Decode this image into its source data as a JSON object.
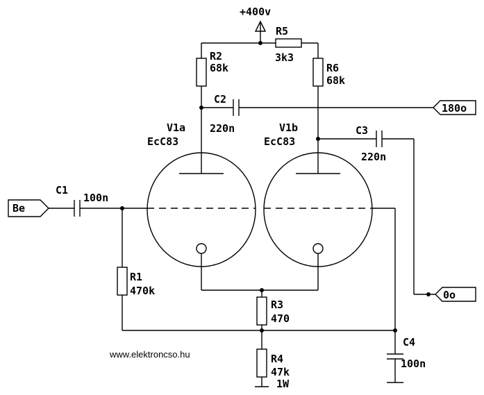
{
  "supply": "+400v",
  "components": {
    "R1": {
      "name": "R1",
      "value": "470k"
    },
    "R2": {
      "name": "R2",
      "value": "68k"
    },
    "R3": {
      "name": "R3",
      "value": "470"
    },
    "R4": {
      "name": "R4",
      "value": "47k",
      "rating": "1W"
    },
    "R5": {
      "name": "R5",
      "value": "3k3"
    },
    "R6": {
      "name": "R6",
      "value": "68k"
    },
    "C1": {
      "name": "C1",
      "value": "100n"
    },
    "C2": {
      "name": "C2",
      "value": "220n"
    },
    "C3": {
      "name": "C3",
      "value": "220n"
    },
    "C4": {
      "name": "C4",
      "value": "100n"
    },
    "V1a": {
      "name": "V1a",
      "type": "EcC83"
    },
    "V1b": {
      "name": "V1b",
      "type": "EcC83"
    }
  },
  "ports": {
    "input": "Be",
    "out_180": "180o",
    "out_0": "0o"
  },
  "website": "www.elektroncso.hu"
}
